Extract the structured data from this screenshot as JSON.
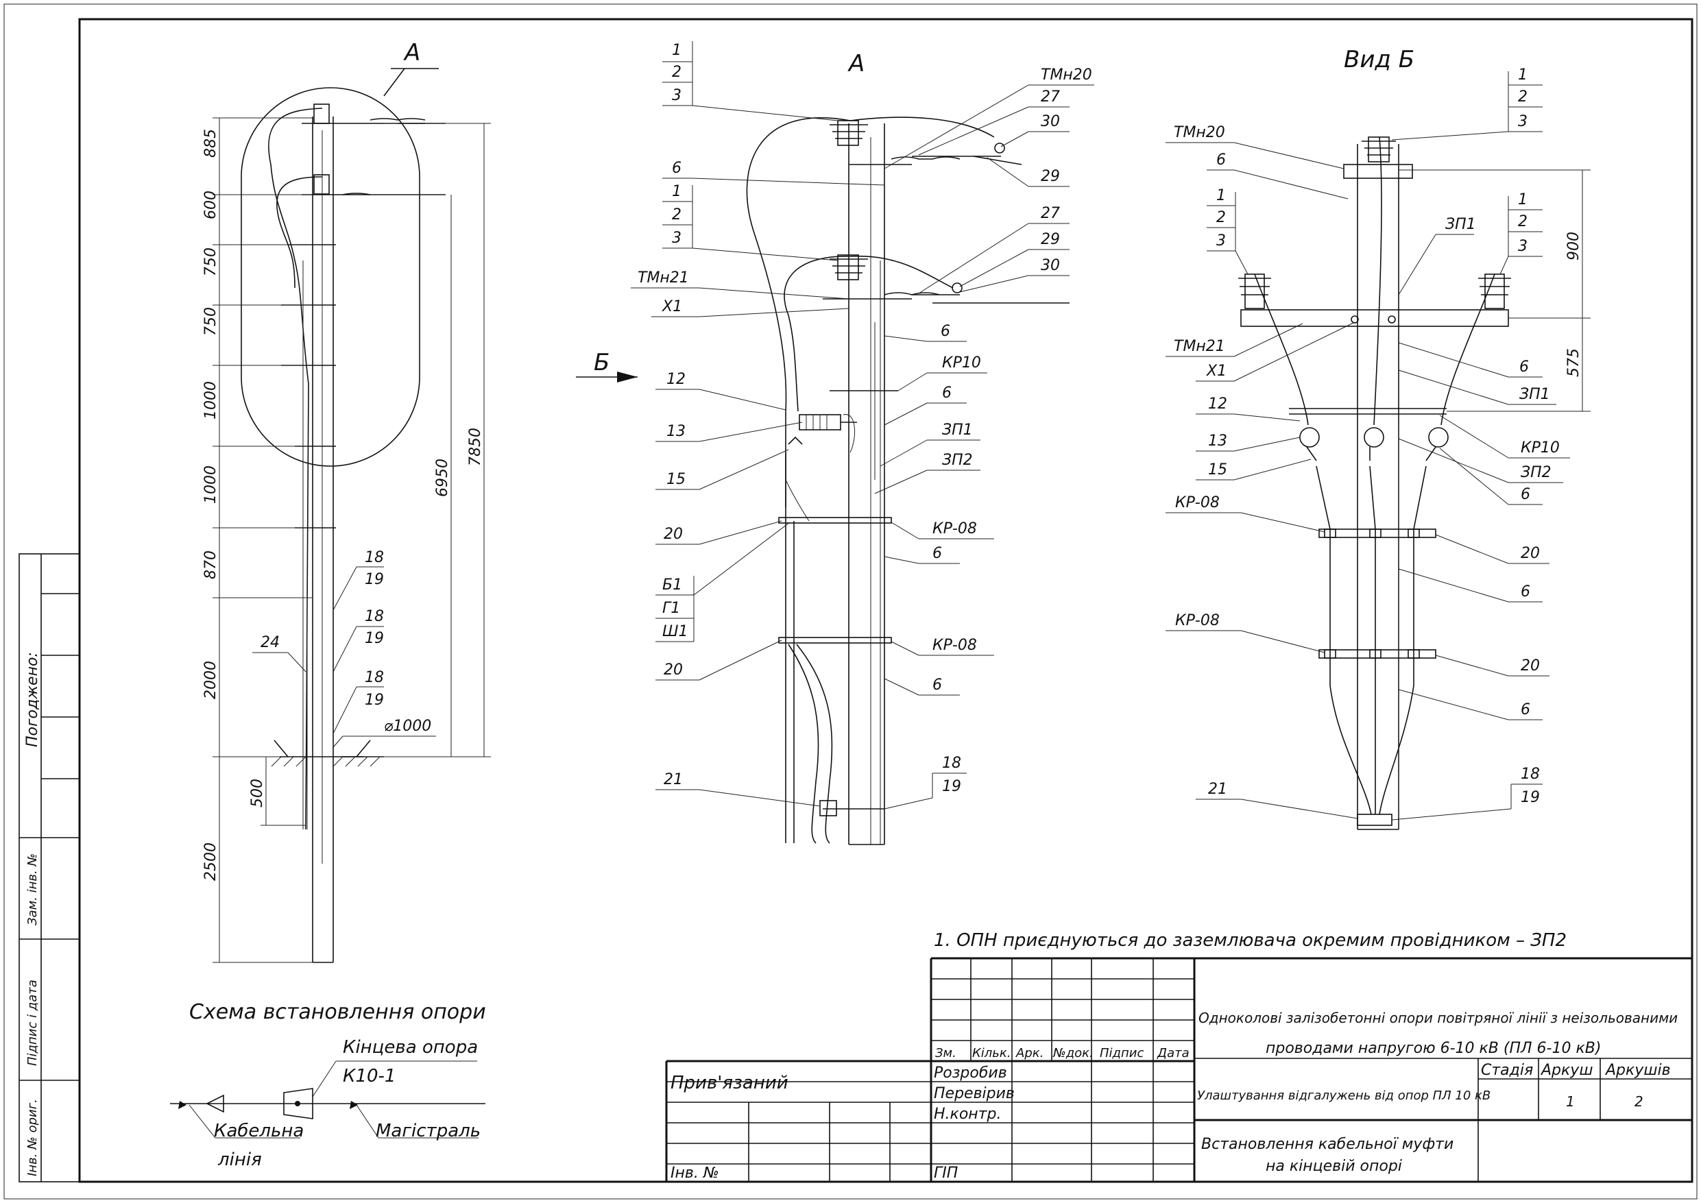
{
  "views": {
    "left_view_title": "А",
    "middle_view_title": "А",
    "right_view_title": "Вид Б",
    "direction_marker": "Б"
  },
  "left_dims": {
    "segments": [
      "885",
      "600",
      "750",
      "750",
      "1000",
      "1000",
      "870",
      "2000",
      "2500"
    ],
    "d500": "500",
    "d6950": "6950",
    "d7850": "7850",
    "diam": "⌀1000"
  },
  "left_labels": [
    "18",
    "19",
    "18",
    "19",
    "18",
    "19",
    "24"
  ],
  "mid_left_labels": [
    "1",
    "2",
    "3",
    "6",
    "1",
    "2",
    "3",
    "ТМн21",
    "Х1",
    "12",
    "13",
    "15",
    "20",
    "Б1",
    "Г1",
    "Ш1",
    "20",
    "21"
  ],
  "mid_right_labels": [
    "ТМн20",
    "27",
    "30",
    "29",
    "27",
    "29",
    "30",
    "6",
    "КР10",
    "6",
    "ЗП1",
    "ЗП2",
    "КР-08",
    "6",
    "КР-08",
    "6",
    "18",
    "19"
  ],
  "right_left_labels": [
    "ТМн20",
    "6",
    "1",
    "2",
    "3",
    "ТМн21",
    "Х1",
    "12",
    "13",
    "15",
    "КР-08",
    "КР-08",
    "21"
  ],
  "right_right_labels": [
    "1",
    "2",
    "3",
    "ЗП1",
    "1",
    "2",
    "3",
    "6",
    "ЗП1",
    "КР10",
    "ЗП2",
    "6",
    "20",
    "6",
    "20",
    "6",
    "18",
    "19"
  ],
  "right_dims": {
    "d900": "900",
    "d575": "575"
  },
  "note": "1. ОПН приєднуються до заземлювача окремим провідником – ЗП2",
  "scheme": {
    "title": "Схема встановлення опори",
    "end_pole": "Кінцева опора",
    "pole_code": "К10-1",
    "cable_line_1": "Кабельна",
    "cable_line_2": "лінія",
    "main_line": "Магістраль"
  },
  "side_stamp": {
    "agreed": "Погоджено:",
    "replace_inv": "Зам. інв. №",
    "sign_date": "Підпис і дата",
    "orig_inv": "Інв. № ориг."
  },
  "title_block": {
    "col_headers": [
      "Зм.",
      "Кільк.",
      "Арк.",
      "№док.",
      "Підпис",
      "Дата"
    ],
    "roles": [
      "Розробив",
      "Перевірив",
      "Н.контр.",
      "ГІП"
    ],
    "bound": "Прив'язаний",
    "inv_no": "Інв. №",
    "project_title_1": "Одноколові залізобетонні опори повітряної лінії з неізольованими",
    "project_title_2": "проводами напругою 6-10 кВ (ПЛ 6-10 кВ)",
    "sheet_subject": "Улаштування відгалужень від опор ПЛ 10 кВ",
    "stage_label": "Стадія",
    "sheet_label": "Аркуш",
    "sheets_label": "Аркушів",
    "sheet_value": "1",
    "sheets_value": "2",
    "drawing_title_1": "Встановлення кабельної муфти",
    "drawing_title_2": "на кінцевій опорі"
  }
}
